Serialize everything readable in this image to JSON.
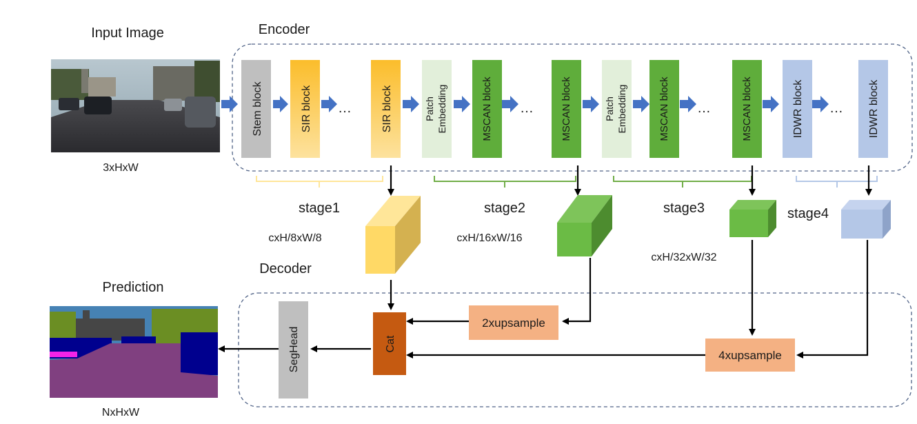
{
  "labels": {
    "input_image": "Input Image",
    "input_dims": "3xHxW",
    "encoder": "Encoder",
    "decoder": "Decoder",
    "prediction": "Prediction",
    "prediction_dims": "NxHxW"
  },
  "encoder_blocks": {
    "stem": "Stem block",
    "sir_1": "SIR  block",
    "sir_2": "SIR  block",
    "patch_embed_line1": "Patch",
    "patch_embed_line2": "Embedding",
    "mscan": "MSCAN block",
    "idwr": "IDWR block",
    "ellipsis": "…"
  },
  "stages": {
    "stage1": {
      "label": "stage1",
      "dims": "cxH/8xW/8"
    },
    "stage2": {
      "label": "stage2",
      "dims": "cxH/16xW/16"
    },
    "stage3": {
      "label": "stage3",
      "dims": "cxH/32xW/32"
    },
    "stage4": {
      "label": "stage4"
    }
  },
  "decoder_blocks": {
    "upsample_2x": "2xupsample",
    "upsample_4x": "4xupsample",
    "cat": "Cat",
    "seghead": "SegHead"
  },
  "colors": {
    "stem": "#bfbfbf",
    "sir": "#f9c13a",
    "patch": "#e2efda",
    "mscan": "#5fad3b",
    "idwr": "#b4c7e7",
    "upsample": "#f4b183",
    "cat": "#c55a11",
    "seghead": "#bfbfbf",
    "flow_arrow": "#4472c4",
    "dashed_border": "#4f6286",
    "stage1_brace": "#ffe699",
    "stage23_brace": "#70ad47",
    "stage4_brace": "#b4c7e7"
  }
}
